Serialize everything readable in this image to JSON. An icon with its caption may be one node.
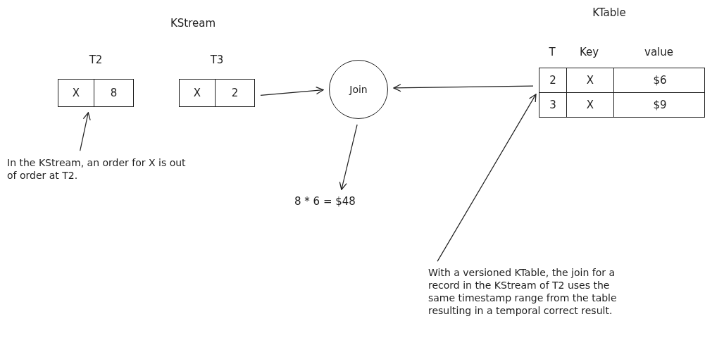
{
  "diagram": {
    "nodes": [
      {
        "text": [
          "T2",
          "X",
          "8"
        ]
      },
      {
        "text": [
          "T3",
          "X",
          "2"
        ]
      },
      {
        "text": [
          "Join"
        ]
      },
      {
        "text": [
          "KTable",
          "T",
          "Key",
          "value",
          "2",
          "X",
          "$6",
          "3",
          "X",
          "$9"
        ]
      },
      {
        "text": [
          "8 * 6 = $48"
        ]
      },
      {
        "text": [
          "In the KStream, an order for X is out of order at T2."
        ]
      },
      {
        "text": [
          "With a versioned KTable, the join for a record in the KStream of T2 uses the same timestamp range from the table resulting in a temporal correct result."
        ]
      }
    ],
    "edges": [
      {
        "from": 1,
        "to": 2,
        "arrow": "to"
      },
      {
        "from": 3,
        "to": 2,
        "arrow": "to"
      },
      {
        "from": 2,
        "to": 4,
        "arrow": "to"
      },
      {
        "from": 5,
        "to": 0,
        "arrow": "to"
      },
      {
        "from": 6,
        "to": 3,
        "arrow": "to"
      }
    ],
    "labels": [
      "KStream"
    ]
  }
}
